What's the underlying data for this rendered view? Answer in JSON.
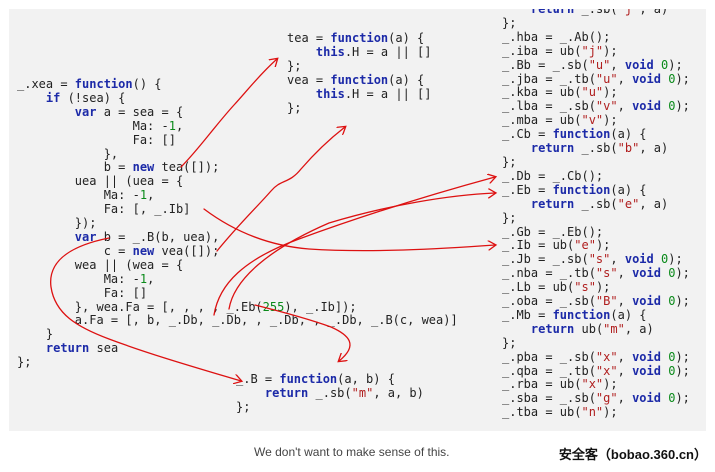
{
  "colors": {
    "keyword": "#1c2aa8",
    "string": "#b01e1e",
    "number": "#0a8a1a",
    "text": "#222222",
    "arrow": "#dd1111",
    "panel": "#f2f2f2"
  },
  "caption": "We don't want to make sense of this.",
  "watermark": "安全客（bobao.360.cn）",
  "code_blocks": {
    "left": [
      [
        [
          "t",
          "_.xea = "
        ],
        [
          "k",
          "function"
        ],
        [
          "t",
          "() {"
        ]
      ],
      [
        [
          "t",
          "    "
        ],
        [
          "k",
          "if"
        ],
        [
          "t",
          " (!sea) {"
        ]
      ],
      [
        [
          "t",
          "        "
        ],
        [
          "k",
          "var"
        ],
        [
          "t",
          " a = sea = {"
        ]
      ],
      [
        [
          "t",
          "                Ma: -"
        ],
        [
          "n",
          "1"
        ],
        [
          "t",
          ","
        ]
      ],
      [
        [
          "t",
          "                Fa: []"
        ]
      ],
      [
        [
          "t",
          "            },"
        ]
      ],
      [
        [
          "t",
          "            b = "
        ],
        [
          "k",
          "new"
        ],
        [
          "t",
          " tea([]);"
        ]
      ],
      [
        [
          "t",
          "        uea || (uea = {"
        ]
      ],
      [
        [
          "t",
          "            Ma: -"
        ],
        [
          "n",
          "1"
        ],
        [
          "t",
          ","
        ]
      ],
      [
        [
          "t",
          "            Fa: [, _.Ib]"
        ]
      ],
      [
        [
          "t",
          "        });"
        ]
      ],
      [
        [
          "t",
          "        "
        ],
        [
          "k",
          "var"
        ],
        [
          "t",
          " b = _.B(b, uea),"
        ]
      ],
      [
        [
          "t",
          "            c = "
        ],
        [
          "k",
          "new"
        ],
        [
          "t",
          " vea([]);"
        ]
      ],
      [
        [
          "t",
          "        wea || (wea = {"
        ]
      ],
      [
        [
          "t",
          "            Ma: -"
        ],
        [
          "n",
          "1"
        ],
        [
          "t",
          ","
        ]
      ],
      [
        [
          "t",
          "            Fa: []"
        ]
      ],
      [
        [
          "t",
          "        }, wea.Fa = [, , , , _.Eb("
        ],
        [
          "n",
          "255"
        ],
        [
          "t",
          "), _.Ib]);"
        ]
      ],
      [
        [
          "t",
          "        a.Fa = [, b, _.Db, _.Db, , _.Db, , _.Db, _.B(c, wea)]"
        ]
      ],
      [
        [
          "t",
          "    }"
        ]
      ],
      [
        [
          "t",
          "    "
        ],
        [
          "k",
          "return"
        ],
        [
          "t",
          " sea"
        ]
      ],
      [
        [
          "t",
          "};"
        ]
      ]
    ],
    "tea": [
      [
        [
          "t",
          "tea = "
        ],
        [
          "k",
          "function"
        ],
        [
          "t",
          "(a) {"
        ]
      ],
      [
        [
          "t",
          "    "
        ],
        [
          "k",
          "this"
        ],
        [
          "t",
          ".H = a || []"
        ]
      ],
      [
        [
          "t",
          "};"
        ]
      ],
      [
        [
          "t",
          "vea = "
        ],
        [
          "k",
          "function"
        ],
        [
          "t",
          "(a) {"
        ]
      ],
      [
        [
          "t",
          "    "
        ],
        [
          "k",
          "this"
        ],
        [
          "t",
          ".H = a || []"
        ]
      ],
      [
        [
          "t",
          "};"
        ]
      ]
    ],
    "b": [
      [
        [
          "t",
          "_.B = "
        ],
        [
          "k",
          "function"
        ],
        [
          "t",
          "(a, b) {"
        ]
      ],
      [
        [
          "t",
          "    "
        ],
        [
          "k",
          "return"
        ],
        [
          "t",
          " _.sb("
        ],
        [
          "s",
          "\"m\""
        ],
        [
          "t",
          ", a, b)"
        ]
      ],
      [
        [
          "t",
          "};"
        ]
      ]
    ],
    "right": [
      [
        [
          "t",
          "    "
        ],
        [
          "k",
          "return"
        ],
        [
          "t",
          " _.sb("
        ],
        [
          "s",
          "\"j\""
        ],
        [
          "t",
          ", a)"
        ]
      ],
      [
        [
          "t",
          "};"
        ]
      ],
      [
        [
          "t",
          "_.hba = _.Ab();"
        ]
      ],
      [
        [
          "t",
          "_.iba = ub("
        ],
        [
          "s",
          "\"j\""
        ],
        [
          "t",
          ");"
        ]
      ],
      [
        [
          "t",
          "_.Bb = _.sb("
        ],
        [
          "s",
          "\"u\""
        ],
        [
          "t",
          ", "
        ],
        [
          "k",
          "void"
        ],
        [
          "t",
          " "
        ],
        [
          "n",
          "0"
        ],
        [
          "t",
          ");"
        ]
      ],
      [
        [
          "t",
          "_.jba = _.tb("
        ],
        [
          "s",
          "\"u\""
        ],
        [
          "t",
          ", "
        ],
        [
          "k",
          "void"
        ],
        [
          "t",
          " "
        ],
        [
          "n",
          "0"
        ],
        [
          "t",
          ");"
        ]
      ],
      [
        [
          "t",
          "_.kba = ub("
        ],
        [
          "s",
          "\"u\""
        ],
        [
          "t",
          ");"
        ]
      ],
      [
        [
          "t",
          "_.lba = _.sb("
        ],
        [
          "s",
          "\"v\""
        ],
        [
          "t",
          ", "
        ],
        [
          "k",
          "void"
        ],
        [
          "t",
          " "
        ],
        [
          "n",
          "0"
        ],
        [
          "t",
          ");"
        ]
      ],
      [
        [
          "t",
          "_.mba = ub("
        ],
        [
          "s",
          "\"v\""
        ],
        [
          "t",
          ");"
        ]
      ],
      [
        [
          "t",
          "_.Cb = "
        ],
        [
          "k",
          "function"
        ],
        [
          "t",
          "(a) {"
        ]
      ],
      [
        [
          "t",
          "    "
        ],
        [
          "k",
          "return"
        ],
        [
          "t",
          " _.sb("
        ],
        [
          "s",
          "\"b\""
        ],
        [
          "t",
          ", a)"
        ]
      ],
      [
        [
          "t",
          "};"
        ]
      ],
      [
        [
          "t",
          "_.Db = _.Cb();"
        ]
      ],
      [
        [
          "t",
          "_.Eb = "
        ],
        [
          "k",
          "function"
        ],
        [
          "t",
          "(a) {"
        ]
      ],
      [
        [
          "t",
          "    "
        ],
        [
          "k",
          "return"
        ],
        [
          "t",
          " _.sb("
        ],
        [
          "s",
          "\"e\""
        ],
        [
          "t",
          ", a)"
        ]
      ],
      [
        [
          "t",
          "};"
        ]
      ],
      [
        [
          "t",
          "_.Gb = _.Eb();"
        ]
      ],
      [
        [
          "t",
          "_.Ib = ub("
        ],
        [
          "s",
          "\"e\""
        ],
        [
          "t",
          ");"
        ]
      ],
      [
        [
          "t",
          "_.Jb = _.sb("
        ],
        [
          "s",
          "\"s\""
        ],
        [
          "t",
          ", "
        ],
        [
          "k",
          "void"
        ],
        [
          "t",
          " "
        ],
        [
          "n",
          "0"
        ],
        [
          "t",
          ");"
        ]
      ],
      [
        [
          "t",
          "_.nba = _.tb("
        ],
        [
          "s",
          "\"s\""
        ],
        [
          "t",
          ", "
        ],
        [
          "k",
          "void"
        ],
        [
          "t",
          " "
        ],
        [
          "n",
          "0"
        ],
        [
          "t",
          ");"
        ]
      ],
      [
        [
          "t",
          "_.Lb = ub("
        ],
        [
          "s",
          "\"s\""
        ],
        [
          "t",
          ");"
        ]
      ],
      [
        [
          "t",
          "_.oba = _.sb("
        ],
        [
          "s",
          "\"B\""
        ],
        [
          "t",
          ", "
        ],
        [
          "k",
          "void"
        ],
        [
          "t",
          " "
        ],
        [
          "n",
          "0"
        ],
        [
          "t",
          ");"
        ]
      ],
      [
        [
          "t",
          "_.Mb = "
        ],
        [
          "k",
          "function"
        ],
        [
          "t",
          "(a) {"
        ]
      ],
      [
        [
          "t",
          "    "
        ],
        [
          "k",
          "return"
        ],
        [
          "t",
          " ub("
        ],
        [
          "s",
          "\"m\""
        ],
        [
          "t",
          ", a)"
        ]
      ],
      [
        [
          "t",
          "};"
        ]
      ],
      [
        [
          "t",
          "_.pba = _.sb("
        ],
        [
          "s",
          "\"x\""
        ],
        [
          "t",
          ", "
        ],
        [
          "k",
          "void"
        ],
        [
          "t",
          " "
        ],
        [
          "n",
          "0"
        ],
        [
          "t",
          ");"
        ]
      ],
      [
        [
          "t",
          "_.qba = _.tb("
        ],
        [
          "s",
          "\"x\""
        ],
        [
          "t",
          ", "
        ],
        [
          "k",
          "void"
        ],
        [
          "t",
          " "
        ],
        [
          "n",
          "0"
        ],
        [
          "t",
          ");"
        ]
      ],
      [
        [
          "t",
          "_.rba = ub("
        ],
        [
          "s",
          "\"x\""
        ],
        [
          "t",
          ");"
        ]
      ],
      [
        [
          "t",
          "_.sba = _.sb("
        ],
        [
          "s",
          "\"g\""
        ],
        [
          "t",
          ", "
        ],
        [
          "k",
          "void"
        ],
        [
          "t",
          " "
        ],
        [
          "n",
          "0"
        ],
        [
          "t",
          ");"
        ]
      ],
      [
        [
          "t",
          "_.tba = ub("
        ],
        [
          "s",
          "\"n\""
        ],
        [
          "t",
          ");"
        ]
      ]
    ]
  },
  "annotation_arrows": [
    {
      "name": "arrow-to-tea-definition"
    },
    {
      "name": "arrow-to-vea-definition"
    },
    {
      "name": "arrow-to-Db-definition"
    },
    {
      "name": "arrow-to-Eb-definition"
    },
    {
      "name": "arrow-to-Ib-definition"
    },
    {
      "name": "arrow-to-B-definition-left"
    },
    {
      "name": "arrow-to-B-definition-right"
    }
  ]
}
